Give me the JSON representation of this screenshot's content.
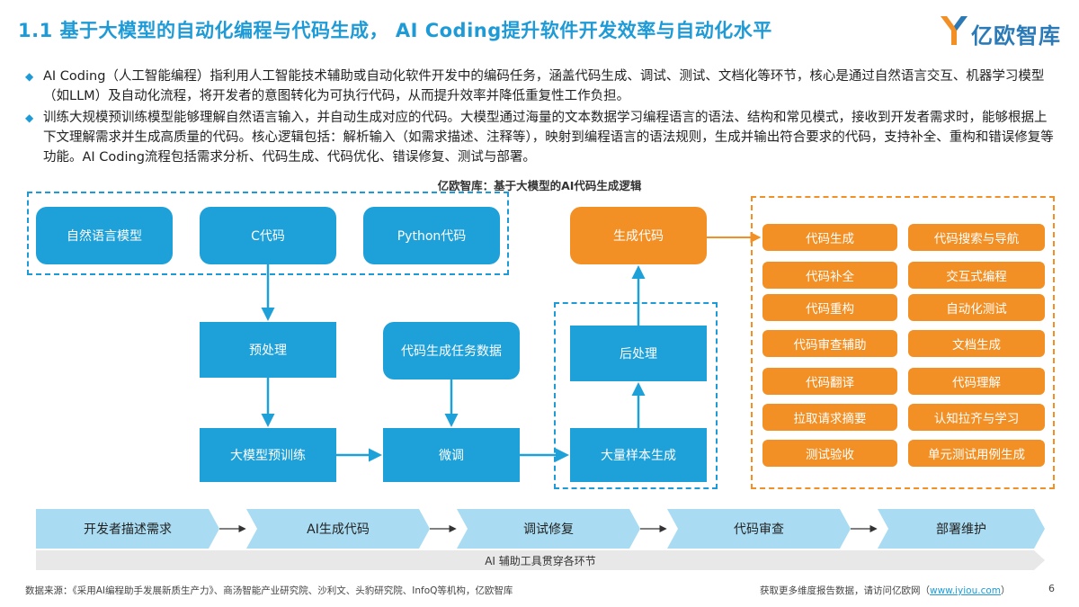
{
  "header": {
    "title": "1.1 基于大模型的自动化编程与代码生成， AI Coding提升软件开发效率与自动化水平",
    "logo_text": "亿欧智库"
  },
  "bullets": [
    "AI Coding（人工智能编程）指利用人工智能技术辅助或自动化软件开发中的编码任务，涵盖代码生成、调试、测试、文档化等环节，核心是通过自然语言交互、机器学习模型（如LLM）及自动化流程，将开发者的意图转化为可执行代码，从而提升效率并降低重复性工作负担。",
    "训练大规模预训练模型能够理解自然语言输入，并自动生成对应的代码。大模型通过海量的文本数据学习编程语言的语法、结构和常见模式，接收到开发者需求时，能够根据上下文理解需求并生成高质量的代码。核心逻辑包括：解析输入（如需求描述、注释等），映射到编程语言的语法规则，生成并输出符合要求的代码，支持补全、重构和错误修复等功能。AI Coding流程包括需求分析、代码生成、代码优化、错误修复、测试与部署。"
  ],
  "diagram": {
    "title": "亿欧智库：基于大模型的AI代码生成逻辑",
    "inputs": [
      "自然语言模型",
      "C代码",
      "Python代码"
    ],
    "preprocess": "预处理",
    "pretrain": "大模型预训练",
    "task_data": "代码生成任务数据",
    "finetune": "微调",
    "sample_gen": "大量样本生成",
    "postprocess": "后处理",
    "output": "生成代码",
    "capabilities_left": [
      "代码生成",
      "代码补全",
      "代码重构",
      "代码审查辅助",
      "代码翻译",
      "拉取请求摘要",
      "测试验收"
    ],
    "capabilities_right": [
      "代码搜索与导航",
      "交互式编程",
      "自动化测试",
      "文档生成",
      "代码理解",
      "认知拉齐与学习",
      "单元测试用例生成"
    ]
  },
  "flow": {
    "steps": [
      "开发者描述需求",
      "AI生成代码",
      "调试修复",
      "代码审查",
      "部署维护"
    ],
    "bar_label": "AI 辅助工具贯穿各环节"
  },
  "footer": {
    "source": "数据来源：《采用AI编程助手发展新质生产力》、商汤智能产业研究院、沙利文、头豹研究院、InfoQ等机构，亿欧智库",
    "more": "获取更多维度报告数据，请访问亿欧网（",
    "link": "www.iyiou.com",
    "close": "）",
    "page": "6"
  },
  "colors": {
    "blue": "#1ea0d8",
    "orange": "#f29025",
    "light_blue": "#a9dcf2"
  }
}
